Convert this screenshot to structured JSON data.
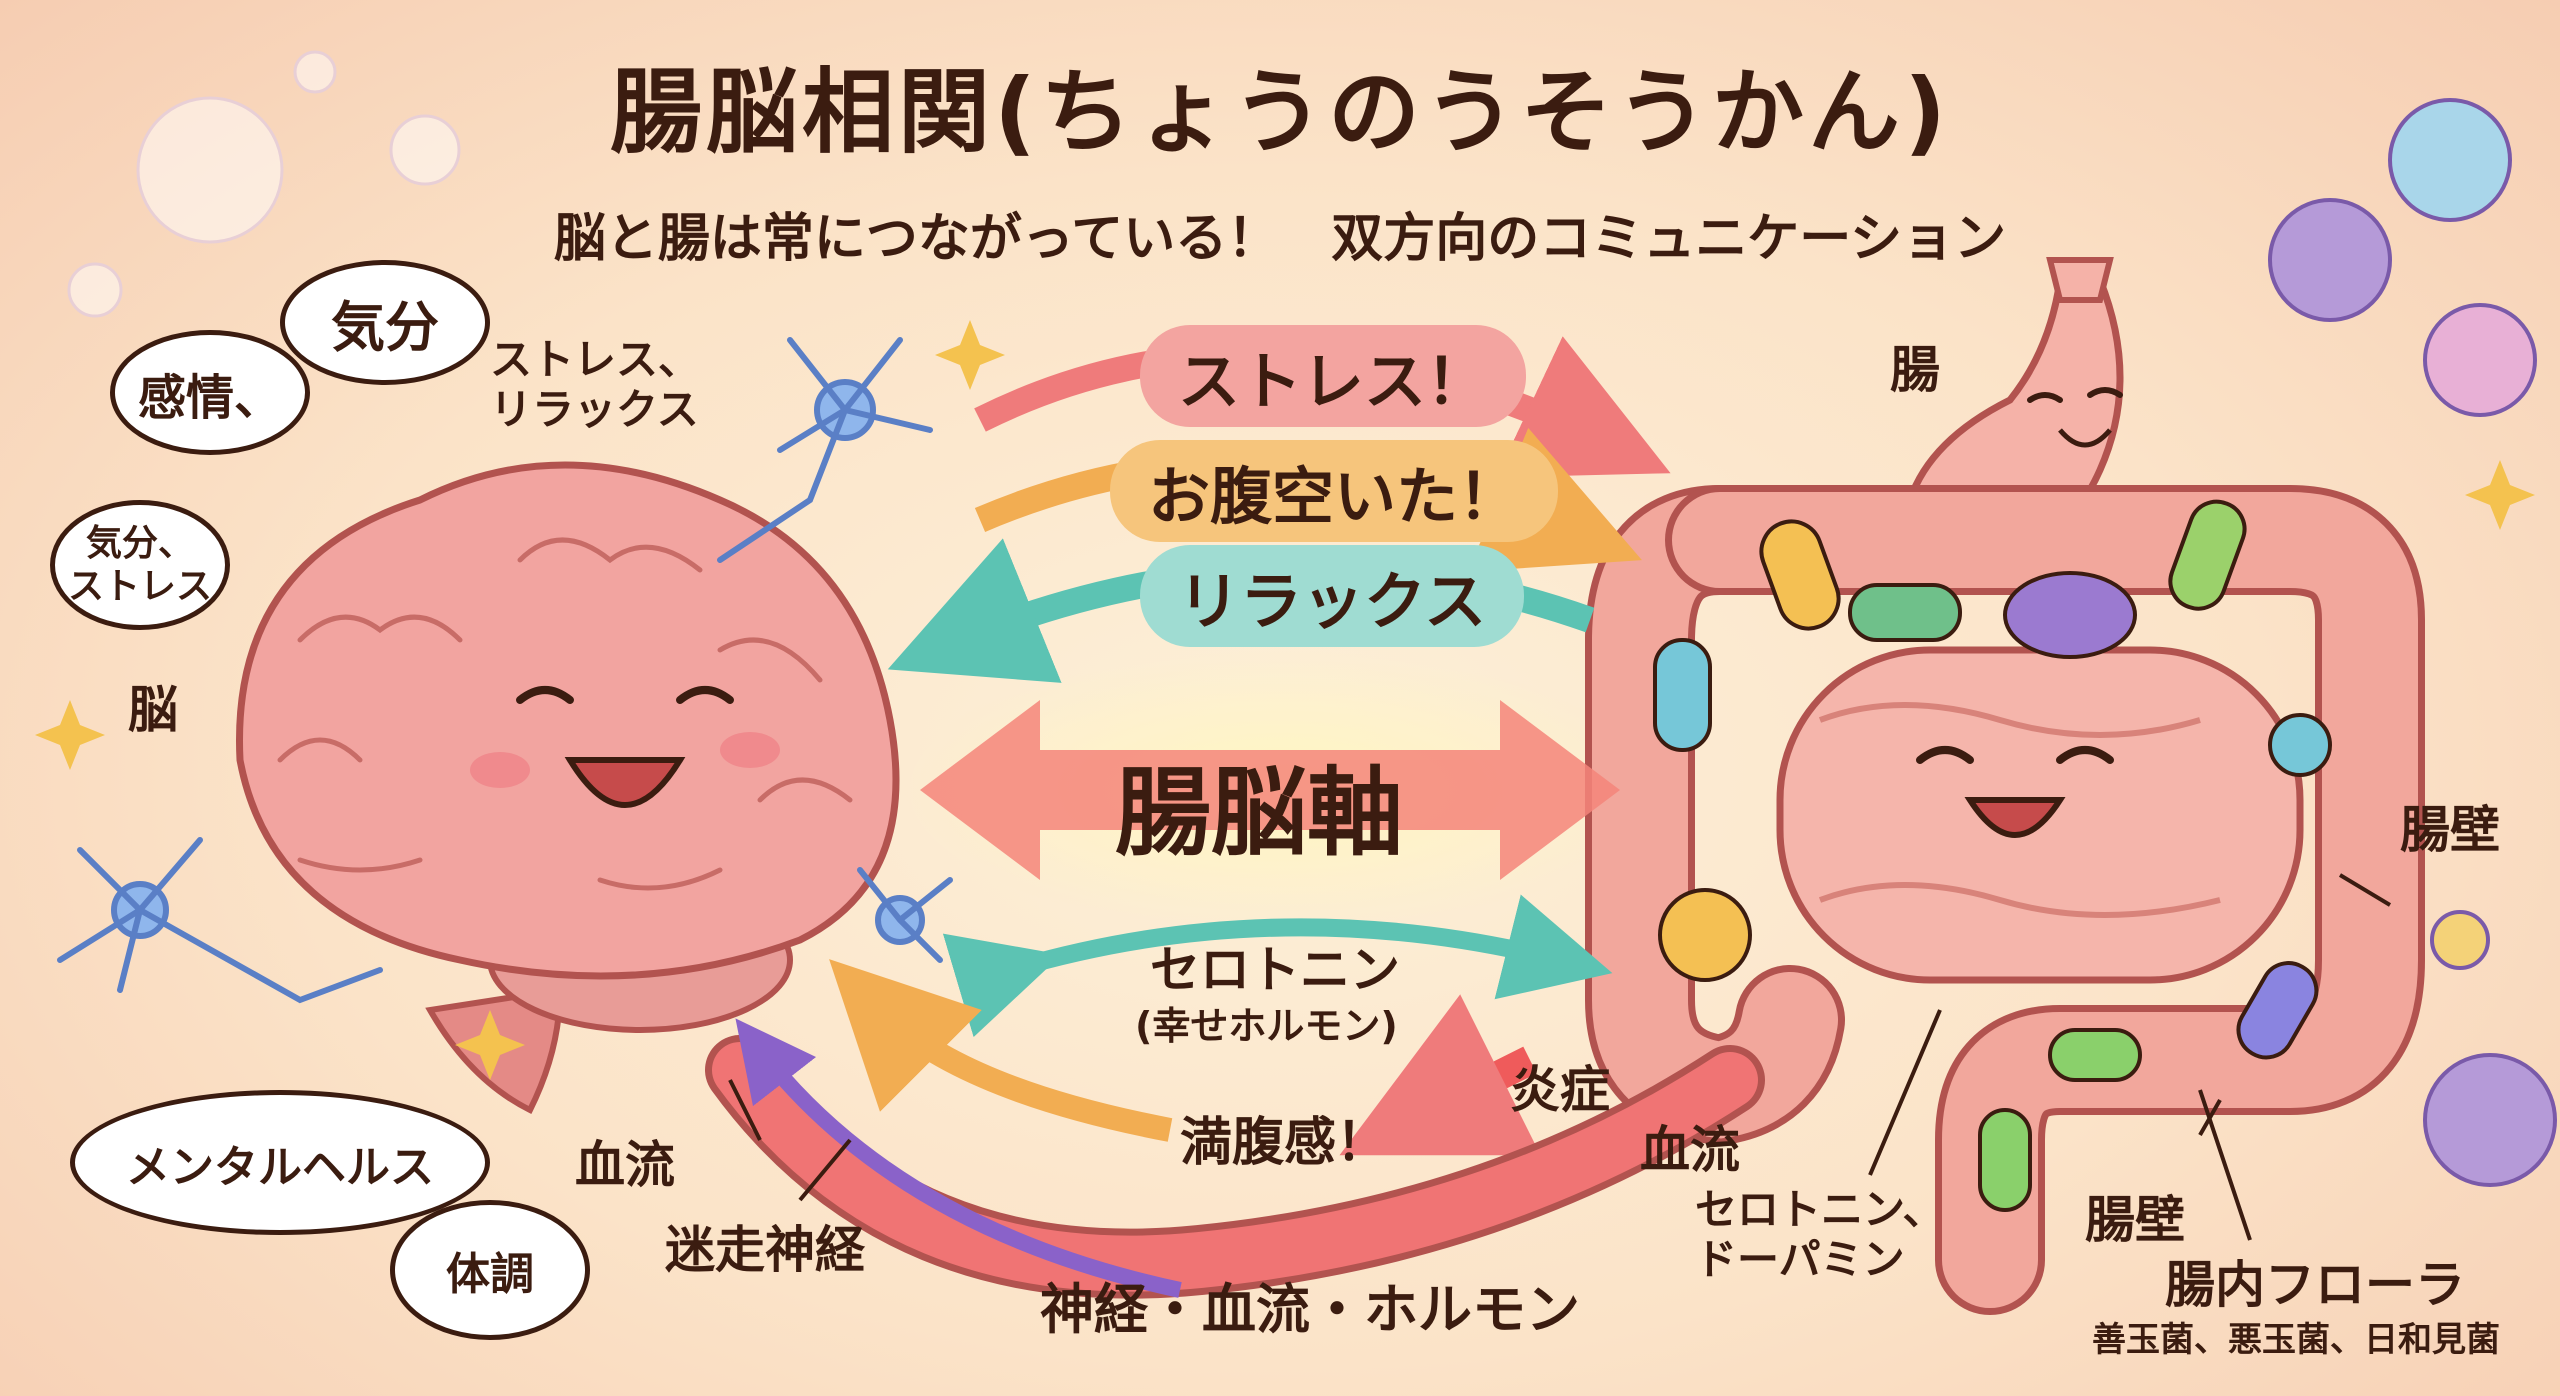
{
  "title": "腸脳相関(ちょうのうそうかん)",
  "subtitle": "脳と腸は常につながっている！　双方向のコミュニケーション",
  "brain": {
    "label": "脳",
    "bubble_kibun": "気分",
    "bubble_kanjou": "感情、",
    "bubble_kibun_stress": "気分、\nストレス",
    "stress_relax": "ストレス、\nリラックス",
    "bubble_mental": "メンタルヘルス",
    "bubble_taichou": "体調"
  },
  "gut": {
    "label": "腸",
    "wall_1": "腸壁",
    "wall_2": "腸壁",
    "flora": "腸内フローラ",
    "flora_types": "善玉菌、悪玉菌、日和見菌",
    "sero_dopa": "セロトニン、\nドーパミン"
  },
  "arrows": {
    "stress": "ストレス！",
    "hungry": "お腹空いた！",
    "relax": "リラックス",
    "axis": "腸脳軸",
    "serotonin": "セロトニン",
    "serotonin_sub": "(幸せホルモン)",
    "full": "満腹感！",
    "inflammation": "炎症",
    "blood_left": "血流",
    "blood_right": "血流",
    "vagus": "迷走神経",
    "bottom": "神経・血流・ホルモン"
  },
  "colors": {
    "stress": "#f08a8a",
    "hungry": "#f4b860",
    "relax": "#7fd1c6",
    "axis": "#f47a6a",
    "serotonin": "#6cc7b8",
    "full": "#f4b860",
    "inflammation": "#ef5b5b",
    "vagus": "#8a62c9",
    "brain": "#f2a4a0",
    "gut": "#f2a79c"
  }
}
